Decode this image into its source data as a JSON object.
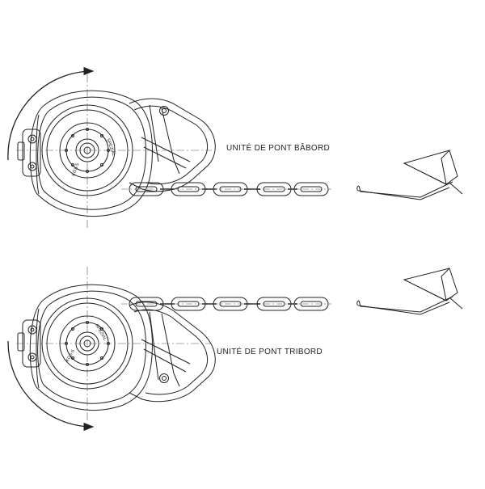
{
  "labels": {
    "port": "UNITÉ DE  PONT BÂBORD",
    "starboard": "UNITÉ DE  PONT TRIBORD"
  },
  "drum_text": {
    "port_top": "SPEZIAL",
    "port_bottom": "KGS-5",
    "star_top": "SPEZIAL",
    "star_bottom": "KGS-5"
  },
  "colors": {
    "line": "#222222",
    "center_line": "#555555",
    "background": "#ffffff"
  },
  "icons": {
    "rotation": "curved-arrow-icon",
    "anchor": "anchor-icon",
    "chain": "chain-link-icon",
    "fastener": "bolt-icon"
  }
}
